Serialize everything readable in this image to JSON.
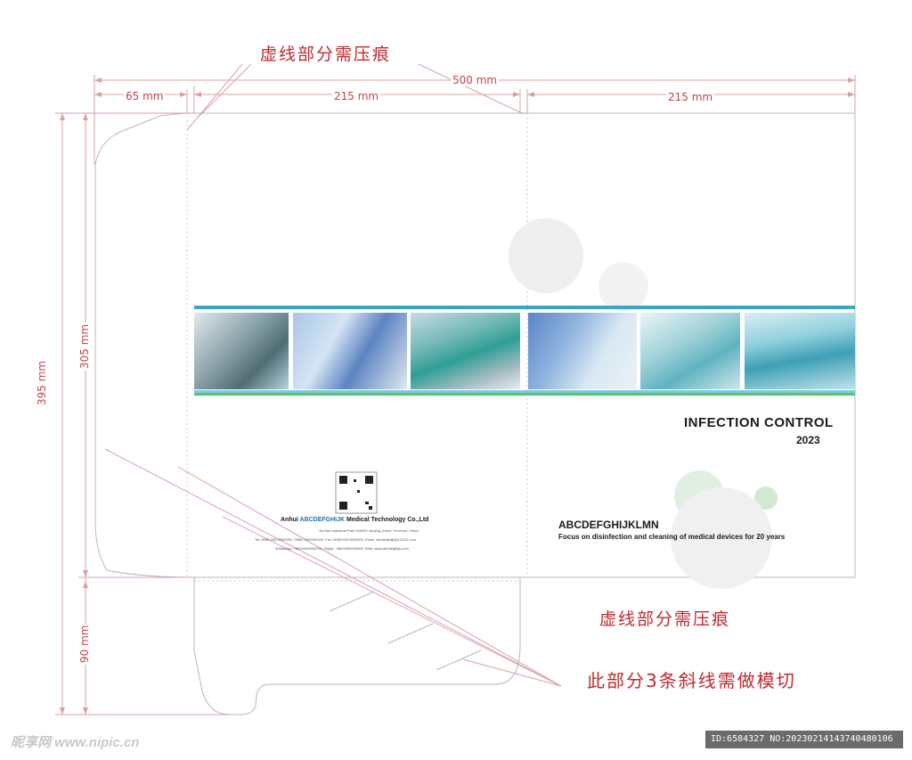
{
  "annotations": {
    "top_note": "虚线部分需压痕",
    "bottom_note": "虚线部分需压痕",
    "cut_note": "此部分3条斜线需做模切"
  },
  "dimensions": {
    "total_width": "500 mm",
    "flap_width": "65 mm",
    "back_width": "215 mm",
    "front_width": "215 mm",
    "total_height": "395 mm",
    "panel_height": "305 mm",
    "pocket_height": "90 mm"
  },
  "cover": {
    "title": "INFECTION CONTROL",
    "year": "2023",
    "brand": "ABCDEFGHIJKLMN",
    "tagline": "Focus on disinfection and cleaning of medical devices for 20 years"
  },
  "back": {
    "company_prefix": "Anhui ",
    "company_name": "ABCDEFGHIJK",
    "company_suffix": " Medical Technology Co.,Ltd",
    "address": "Jia Bao Industrial Park 246000, Anqing, Anhui, Province, China",
    "contact1": "Tel: 0086-000-0000000 / 0086-1000000000, Fax: 0086-000-0000000, Email: abcdefghijk@111111.com",
    "contact2": "WhatsApp: +8610000000000, Skype: +8610000000000, Web: www.abcdefghijk.com"
  },
  "watermark": {
    "logo": "昵享网 www.nipic.cn",
    "id_text": "ID:6584327 NO:20230214143740480106"
  },
  "colors": {
    "dimension_line": "#d9a0a4",
    "annotation_red": "#c02a2f",
    "accent_blue": "#3aa6c4",
    "accent_green": "#5cc46a"
  }
}
